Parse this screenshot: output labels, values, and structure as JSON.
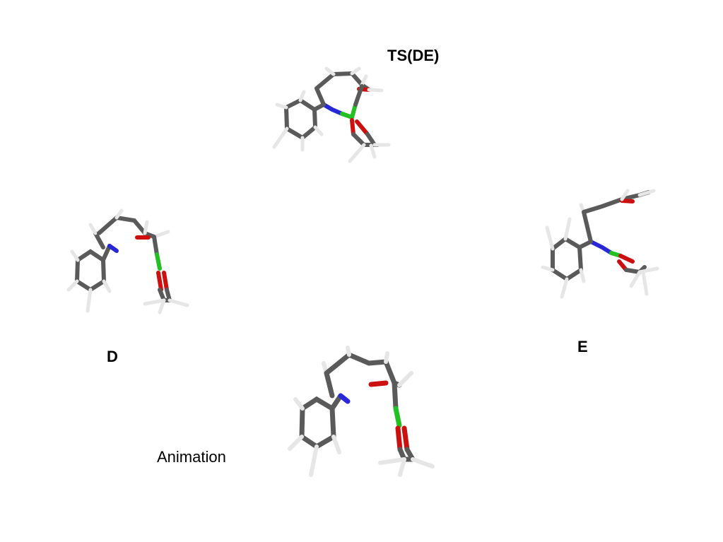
{
  "labels": {
    "ts": "TS(DE)",
    "d": "D",
    "e": "E",
    "animation": "Animation"
  },
  "colors": {
    "carbon": "#5a5a5a",
    "hydrogen": "#e6e6e6",
    "nitrogen": "#2828d8",
    "oxygen": "#cc1010",
    "boron": "#22c022"
  }
}
